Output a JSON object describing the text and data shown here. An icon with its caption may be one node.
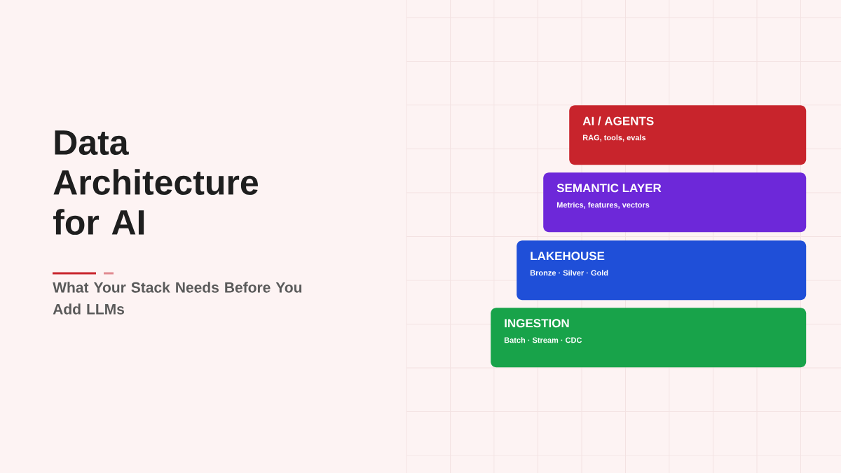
{
  "diagram": {
    "title": "Data Architecture for AI",
    "nodes": [
      {
        "text": [
          "AI / AGENTS",
          "RAG, tools, evals"
        ]
      },
      {
        "text": [
          "SEMANTIC LAYER",
          "Metrics, features, vectors"
        ]
      },
      {
        "text": [
          "LAKEHOUSE",
          "Bronze · Silver · Gold"
        ]
      },
      {
        "text": [
          "INGESTION",
          "Batch · Stream · CDC"
        ]
      }
    ],
    "labels": [
      "What Your Stack Needs Before You Add LLMs"
    ]
  }
}
